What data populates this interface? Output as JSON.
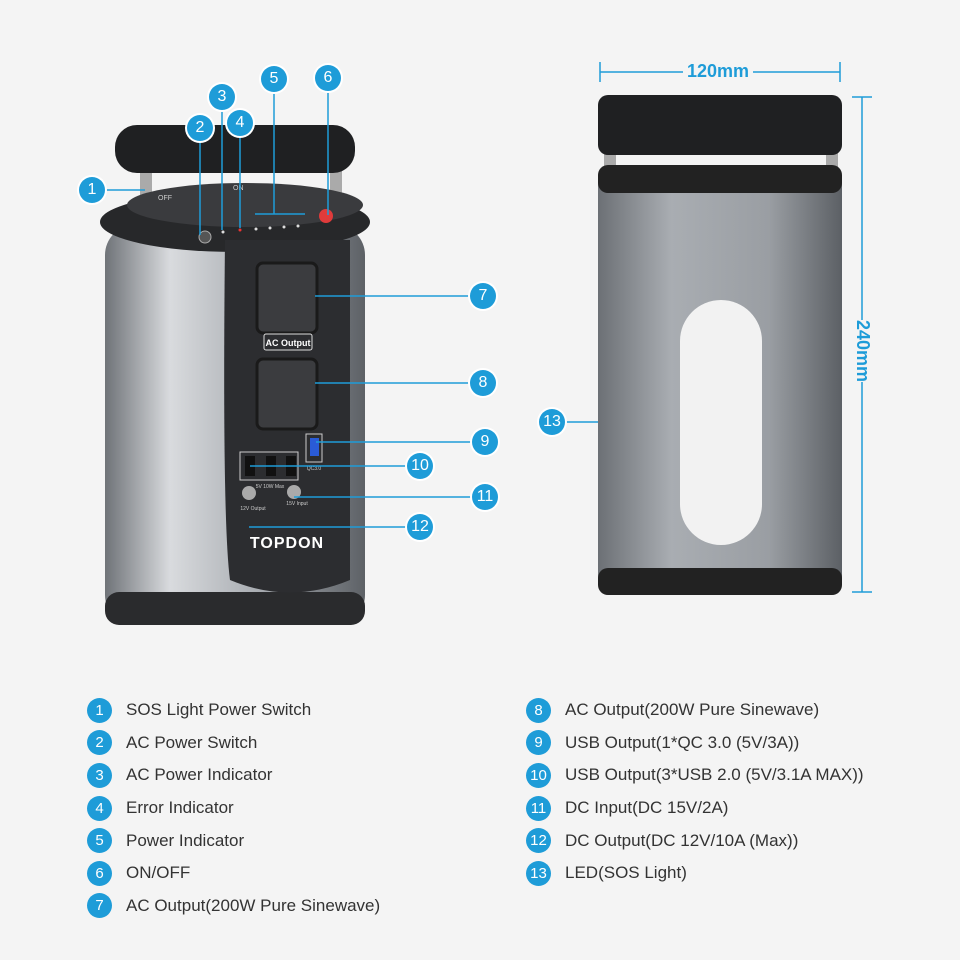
{
  "device_labels": {
    "off": "OFF",
    "on": "ON",
    "ac_output": "AC Output",
    "usb_max": "5V 10W Max",
    "qc": "QC3.0",
    "dc_out": "12V Output",
    "dc_in": "15V Input",
    "brand": "TOPDON"
  },
  "dimensions": {
    "width": "120mm",
    "height": "240mm"
  },
  "callouts": [
    "1",
    "2",
    "3",
    "4",
    "5",
    "6",
    "7",
    "8",
    "9",
    "10",
    "11",
    "12",
    "13"
  ],
  "legend": [
    {
      "n": "1",
      "label": "SOS Light Power Switch"
    },
    {
      "n": "2",
      "label": "AC Power Switch"
    },
    {
      "n": "3",
      "label": "AC Power Indicator"
    },
    {
      "n": "4",
      "label": "Error Indicator"
    },
    {
      "n": "5",
      "label": "Power Indicator"
    },
    {
      "n": "6",
      "label": "ON/OFF"
    },
    {
      "n": "7",
      "label": "AC Output(200W Pure Sinewave)"
    },
    {
      "n": "8",
      "label": "AC Output(200W Pure Sinewave)"
    },
    {
      "n": "9",
      "label": "USB Output(1*QC 3.0 (5V/3A))"
    },
    {
      "n": "10",
      "label": "USB Output(3*USB 2.0 (5V/3.1A MAX))"
    },
    {
      "n": "11",
      "label": "DC Input(DC 15V/2A)"
    },
    {
      "n": "12",
      "label": "DC Output(DC 12V/10A (Max))"
    },
    {
      "n": "13",
      "label": "LED(SOS Light)"
    }
  ],
  "colors": {
    "accent": "#1e9cd8"
  }
}
